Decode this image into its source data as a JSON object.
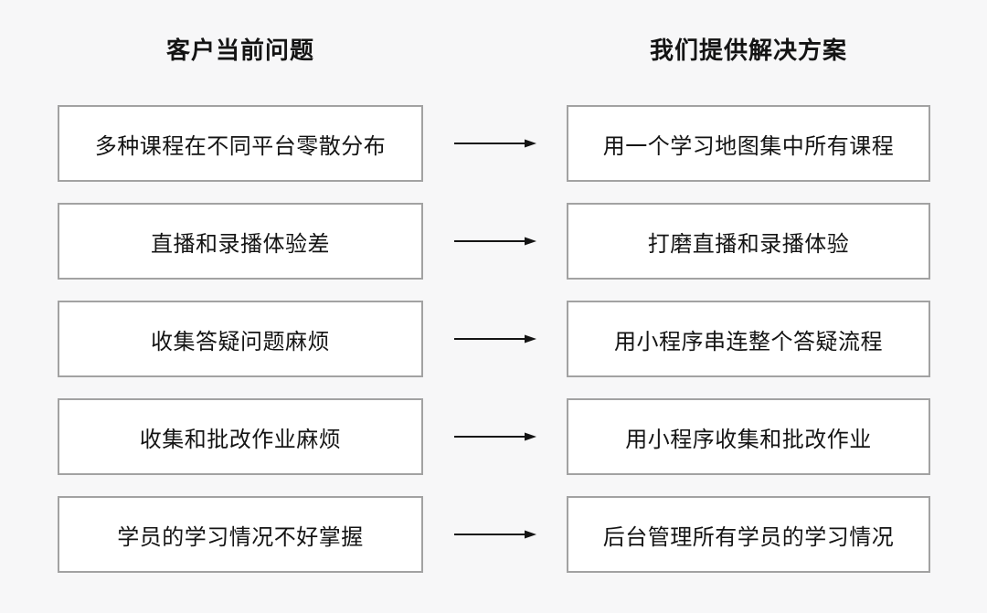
{
  "page": {
    "background_color": "#f7f7f8",
    "box_background_color": "#ffffff",
    "box_border_color": "#a2a2a2",
    "text_color": "#141414",
    "arrow_color": "#141414"
  },
  "headers": {
    "problems": "客户当前问题",
    "solutions": "我们提供解决方案"
  },
  "rows": [
    {
      "problem": "多种课程在不同平台零散分布",
      "solution": "用一个学习地图集中所有课程"
    },
    {
      "problem": "直播和录播体验差",
      "solution": "打磨直播和录播体验"
    },
    {
      "problem": "收集答疑问题麻烦",
      "solution": "用小程序串连整个答疑流程"
    },
    {
      "problem": "收集和批改作业麻烦",
      "solution": "用小程序收集和批改作业"
    },
    {
      "problem": "学员的学习情况不好掌握",
      "solution": "后台管理所有学员的学习情况"
    }
  ]
}
